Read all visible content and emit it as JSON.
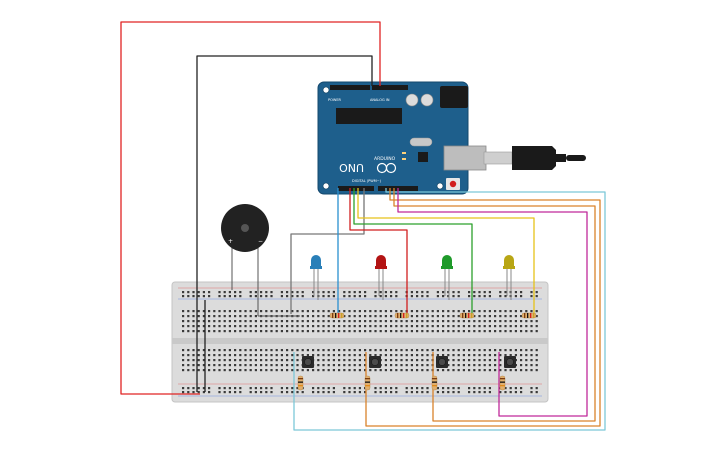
{
  "board": {
    "name": "UNO",
    "brand": "ARDUINO",
    "digital_header_label": "DIGITAL (PWM~)",
    "power_header_label": "POWER",
    "analog_header_label": "ANALOG IN",
    "color": "#1e5f8c"
  },
  "components": {
    "buzzer": "piezo",
    "led_colors": [
      "#2a7fb8",
      "#b31414",
      "#1f9a2a",
      "#b8a615"
    ],
    "wire_colors": {
      "power": "#e02424",
      "ground": "#222222",
      "blue": "#2a90cf",
      "red": "#d11f1f",
      "green": "#2ca02c",
      "yellow": "#e6c21a",
      "orange": "#d9822b",
      "magenta": "#c0299a",
      "cyan": "#7cc8d8",
      "gray": "#777777"
    }
  }
}
